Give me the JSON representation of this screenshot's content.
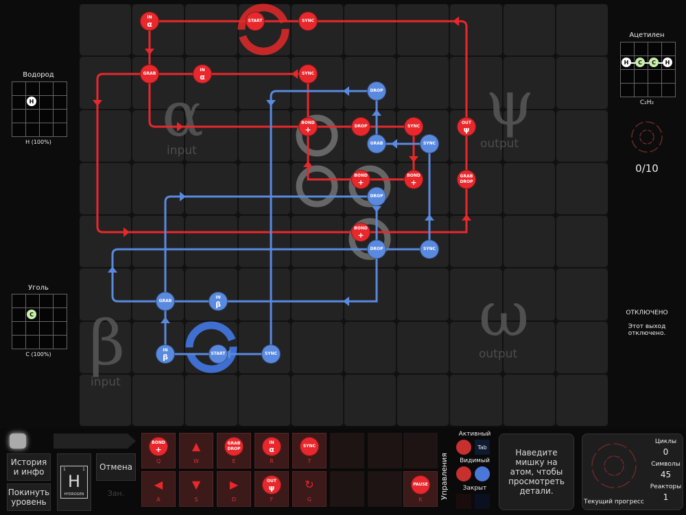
{
  "reactor": {
    "zones": [
      {
        "glyph": "α",
        "label": "input"
      },
      {
        "glyph": "ψ",
        "label": "output"
      },
      {
        "glyph": "β",
        "label": "input"
      },
      {
        "glyph": "ω",
        "label": "output"
      }
    ],
    "symbols": [
      {
        "color": "red",
        "top": "IN",
        "bottom": "α"
      },
      {
        "color": "red",
        "top": "START",
        "bottom": ""
      },
      {
        "color": "red",
        "top": "SYNC",
        "bottom": ""
      },
      {
        "color": "red",
        "top": "GRAB",
        "bottom": ""
      },
      {
        "color": "red",
        "top": "IN",
        "bottom": "α"
      },
      {
        "color": "red",
        "top": "SYNC",
        "bottom": ""
      },
      {
        "color": "red",
        "top": "BOND",
        "bottom": "+"
      },
      {
        "color": "red",
        "top": "DROP",
        "bottom": ""
      },
      {
        "color": "red",
        "top": "SYNC",
        "bottom": ""
      },
      {
        "color": "red",
        "top": "OUT",
        "bottom": "ψ"
      },
      {
        "color": "red",
        "top": "BOND",
        "bottom": "+"
      },
      {
        "color": "red",
        "top": "BOND",
        "bottom": "+"
      },
      {
        "color": "red",
        "top": "GRAB DROP",
        "bottom": ""
      },
      {
        "color": "red",
        "top": "BOND",
        "bottom": "+"
      },
      {
        "color": "blue",
        "top": "DROP",
        "bottom": ""
      },
      {
        "color": "blue",
        "top": "GRAB",
        "bottom": ""
      },
      {
        "color": "blue",
        "top": "SYNC",
        "bottom": ""
      },
      {
        "color": "blue",
        "top": "DROP",
        "bottom": ""
      },
      {
        "color": "blue",
        "top": "DROP",
        "bottom": ""
      },
      {
        "color": "blue",
        "top": "SYNC",
        "bottom": ""
      },
      {
        "color": "blue",
        "top": "GRAB",
        "bottom": ""
      },
      {
        "color": "blue",
        "top": "IN",
        "bottom": "β"
      },
      {
        "color": "blue",
        "top": "IN",
        "bottom": "β"
      },
      {
        "color": "blue",
        "top": "START",
        "bottom": ""
      },
      {
        "color": "blue",
        "top": "SYNC",
        "bottom": ""
      }
    ]
  },
  "inputs": [
    {
      "title": "Водород",
      "atom": "H",
      "caption": "H (100%)",
      "atom_color": "#ffffff"
    },
    {
      "title": "Уголь",
      "atom": "C",
      "caption": "C (100%)",
      "atom_color": "#c8f0a8"
    }
  ],
  "output_top": {
    "title": "Ацетилен",
    "formula": "C₂H₂",
    "atoms": [
      "H",
      "C",
      "C",
      "H"
    ],
    "progress": "0/10"
  },
  "output_bottom": {
    "status": "ОТКЛЮЧЕНО",
    "message": "Этот выход отключено."
  },
  "bottom": {
    "history": "История и инфо",
    "leave": "Покинуть уровень",
    "undo": "Отмена",
    "busy": "Зан.",
    "element": {
      "symbol": "H",
      "number": "1",
      "mass": "1",
      "name": "HYDROGEN"
    },
    "tools": [
      {
        "top": "BOND",
        "bottom": "+",
        "key": "Q"
      },
      {
        "glyph": "▲",
        "key": "W"
      },
      {
        "top": "GRAB DROP",
        "bottom": "",
        "key": "E"
      },
      {
        "top": "IN",
        "bottom": "α",
        "key": "R"
      },
      {
        "top": "SYNC",
        "bottom": "",
        "key": "T"
      },
      {
        "glyph": "◀",
        "key": "A"
      },
      {
        "glyph": "▼",
        "key": "S"
      },
      {
        "glyph": "▶",
        "key": "D"
      },
      {
        "top": "OUT",
        "bottom": "ψ",
        "key": "F"
      },
      {
        "glyph": "↻",
        "key": "G"
      }
    ],
    "pause": {
      "label": "PAUSE",
      "key": "K"
    },
    "controls": {
      "title": "Управления",
      "active": "Активный",
      "tab": "Tab",
      "visible": "Видимый",
      "closed": "Закрыт"
    },
    "hint": "Наведите мишку на атом, чтобы просмотреть детали.",
    "stats": {
      "progress_label": "Текущий прогресс",
      "cycles_label": "Циклы",
      "cycles": "0",
      "symbols_label": "Символы",
      "symbols": "45",
      "reactors_label": "Реакторы",
      "reactors": "1"
    }
  },
  "colors": {
    "red": "#e8282c",
    "blue": "#5a8ae0"
  }
}
